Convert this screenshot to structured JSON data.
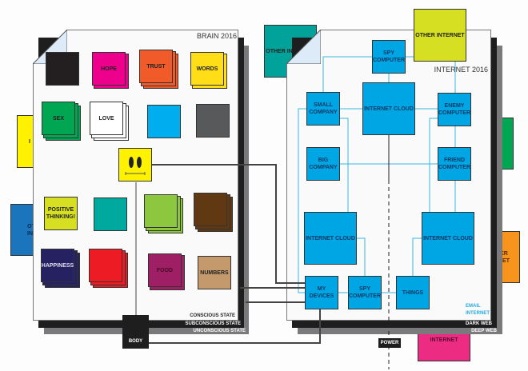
{
  "brain": {
    "title": "BRAIN 2016",
    "boxes": {
      "hope": "HOPE",
      "trust": "TRUST",
      "words": "WORDS",
      "sex": "SEX",
      "love": "LOVE",
      "positive": "POSITIVE THINKING!",
      "happiness": "HAPPINESS",
      "food": "FOOD",
      "numbers": "NUMBERS"
    },
    "states": {
      "conscious": "CONSCIOUS STATE",
      "subconscious": "SUBCONSCIOUS STATE",
      "unconscious": "UNCONSCIOUS STATE"
    },
    "body": "BODY",
    "side_left_yellow": "I",
    "side_left_blue": "OT INT"
  },
  "internet": {
    "title": "INTERNET 2016",
    "boxes": {
      "spy_top": "SPY COMPUTER",
      "small_company": "SMALL COMPANY",
      "cloud_main": "INTERNET CLOUD",
      "enemy": "ENEMY COMPUTER",
      "big_company": "BIG COMPANY",
      "friend": "FRIEND COMPUTER",
      "cloud_left": "INTERNET CLOUD",
      "cloud_right": "INTERNET CLOUD",
      "my_devices": "MY DEVICES",
      "spy_bottom": "SPY COMPUTER",
      "things": "THINGS"
    },
    "other_teal": "OTHER INTERNET",
    "other_yellow": "OTHER INTERNET",
    "other_orange": "ER NET",
    "other_magenta": "INTERNET",
    "legend": {
      "email": "EMAIL",
      "internet": "INTERNET"
    },
    "layers": {
      "dark": "DARK WEB",
      "deep": "DEEP WEB"
    },
    "power": "POWER"
  },
  "colors": {
    "net_blue": "#00a6e4",
    "line_cyan": "#3bb7e0",
    "connector": "#444444"
  }
}
